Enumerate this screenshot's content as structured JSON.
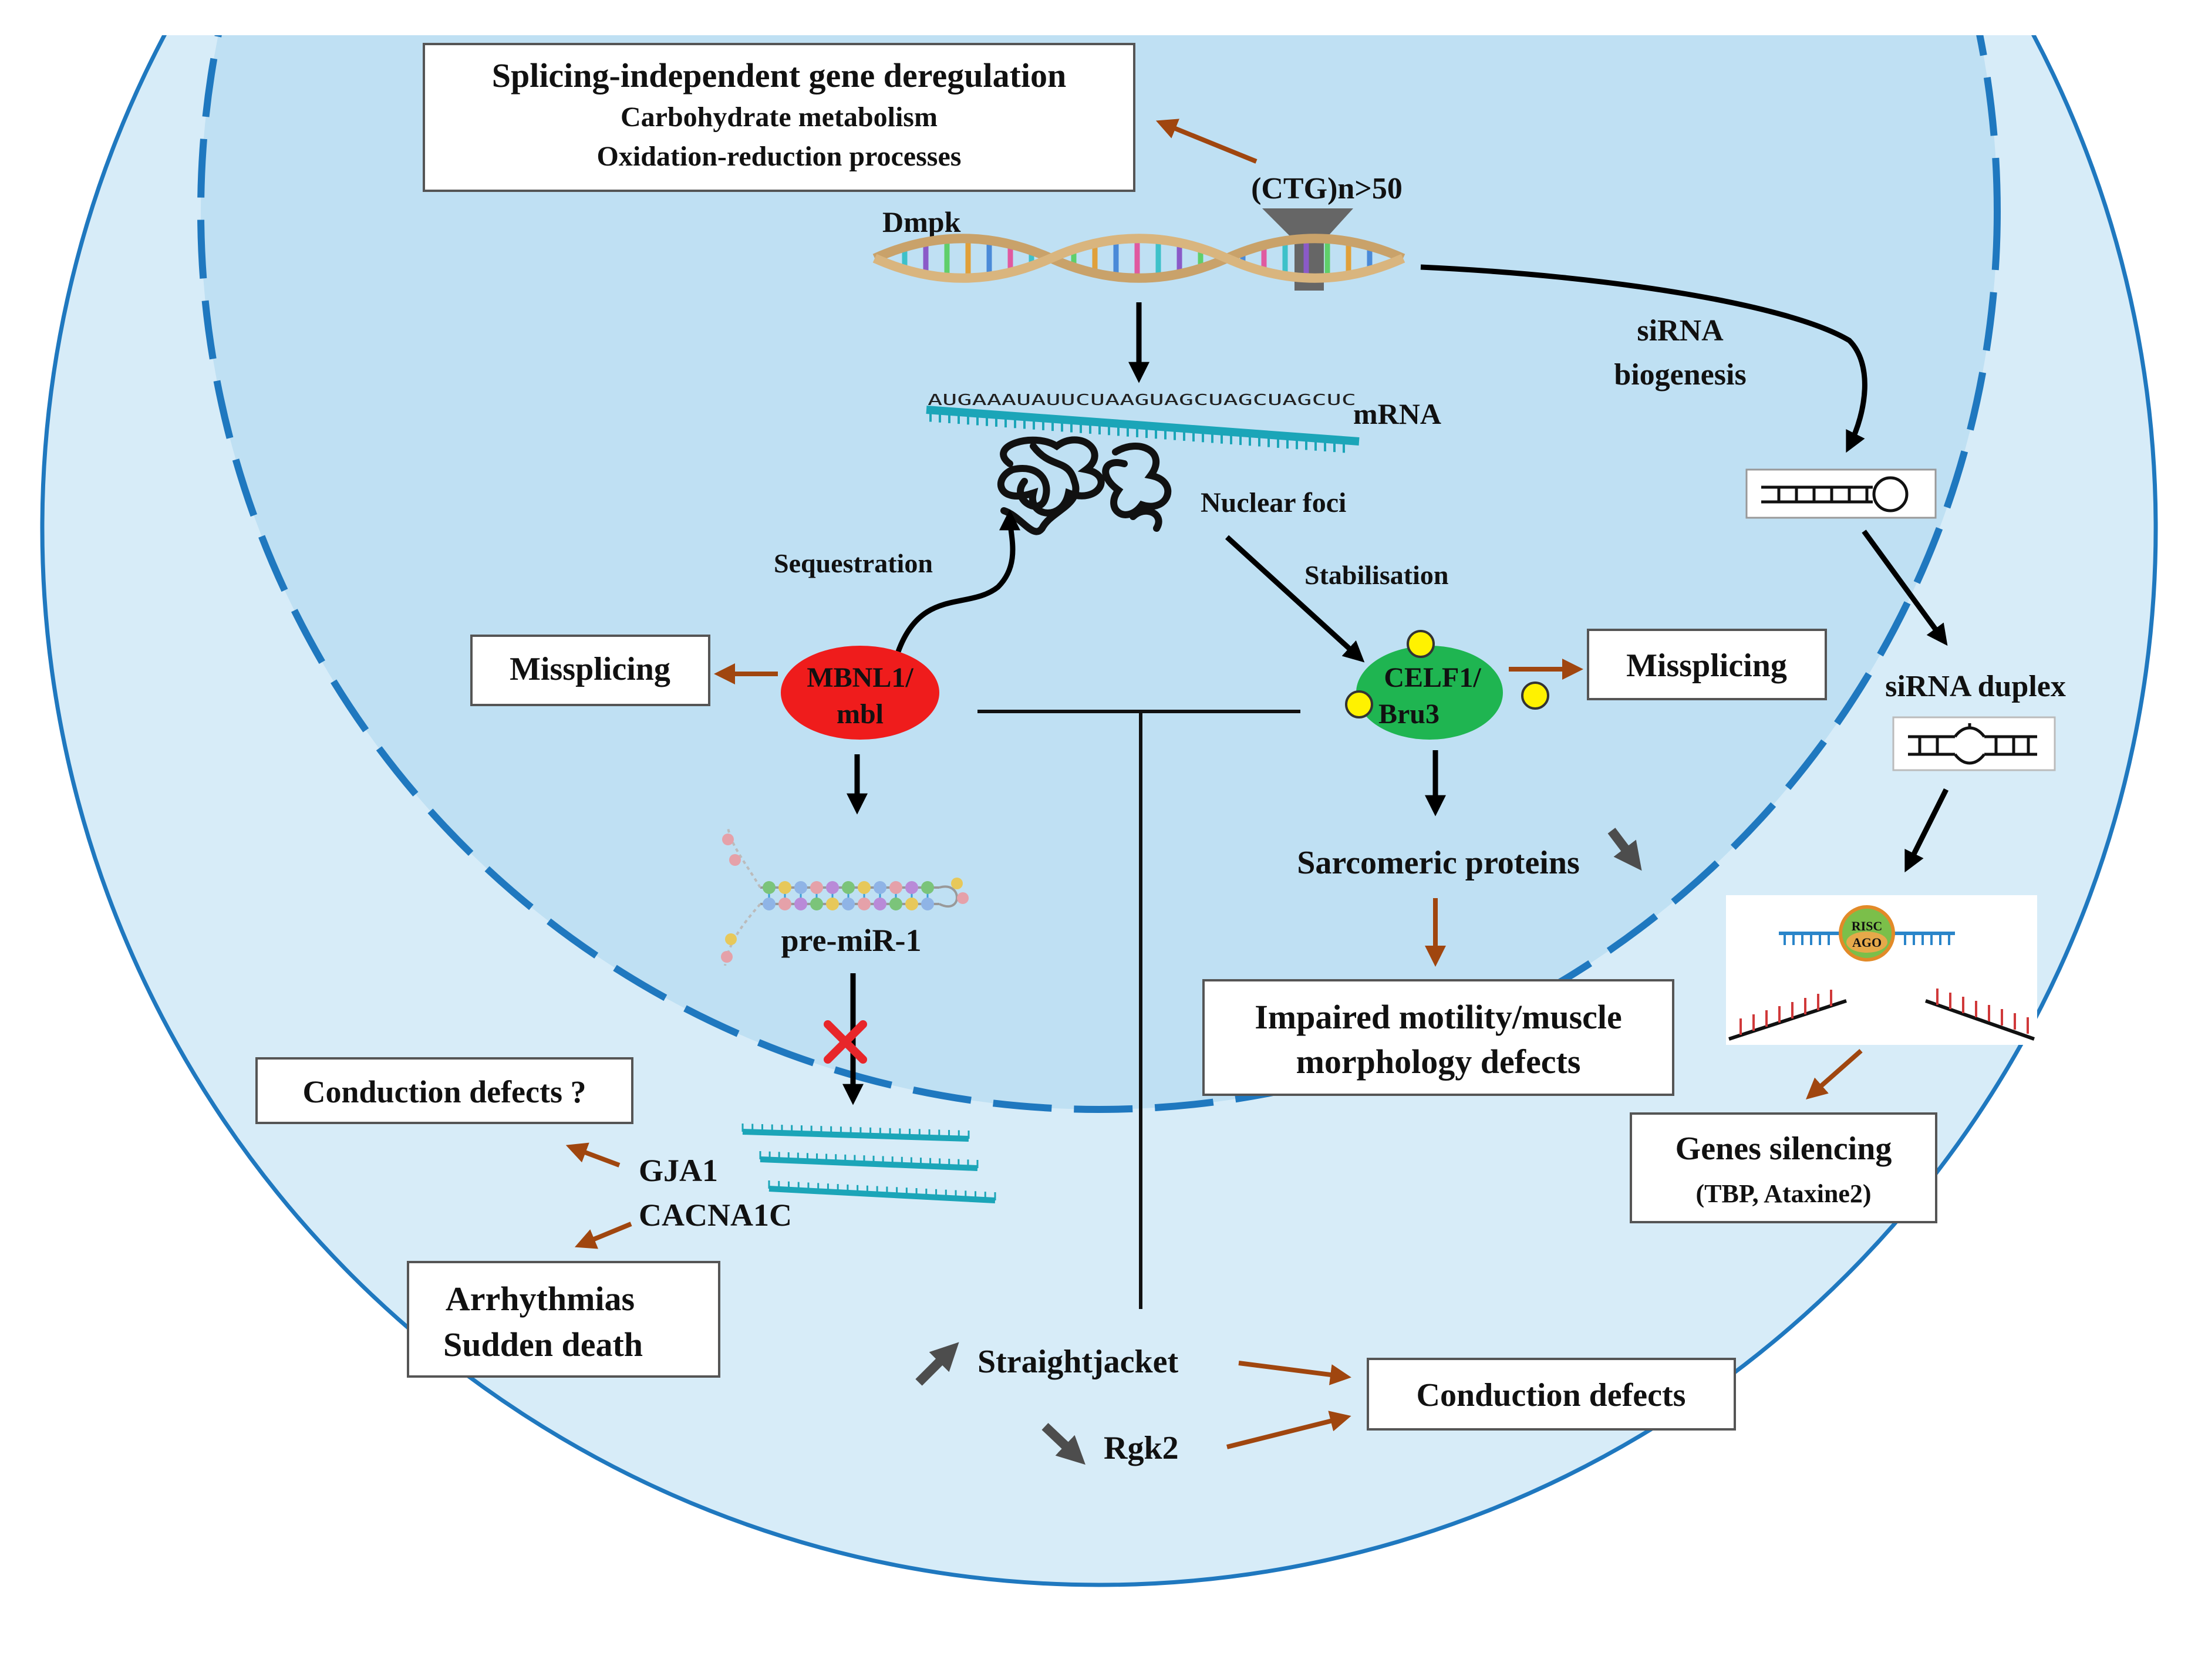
{
  "labels": {
    "splicing_title": "Splicing-independent gene deregulation",
    "splicing_line1": "Carbohydrate metabolism",
    "splicing_line2": "Oxidation-reduction processes",
    "ctg": "(CTG)n>50",
    "dmpk": "Dmpk",
    "mrna": "mRNA",
    "mrna_seq": "AUGAAAUAUUCUAAGUAGCUAGCUAGCUC",
    "nuclear_foci": "Nuclear foci",
    "sequestration": "Sequestration",
    "stabilisation": "Stabilisation",
    "mbnl1_line1": "MBNL1/",
    "mbnl1_line2": "mbl",
    "celf1_line1": "CELF1/",
    "celf1_line2": "Bru3",
    "missplicing_left": "Missplicing",
    "missplicing_right": "Missplicing",
    "sirna_line1": "siRNA",
    "sirna_line2": "biogenesis",
    "sirna_duplex": "siRNA duplex",
    "risc": "RISC",
    "ago": "AGO",
    "genes_silencing": "Genes silencing",
    "genes_silencing_sub": "(TBP, Ataxine2)",
    "sarcomeric": "Sarcomeric proteins",
    "impaired_line1": "Impaired motility/muscle",
    "impaired_line2": "morphology defects",
    "pre_mir": "pre-miR-1",
    "conduction_q": "Conduction defects ?",
    "gja1": "GJA1",
    "cacna1c": "CACNA1C",
    "arrhythmias": "Arrhythmias",
    "sudden_death": "Sudden death",
    "straightjacket": "Straightjacket",
    "rgk2": "Rgk2",
    "conduction_defects": "Conduction defects"
  },
  "colors": {
    "cell": "#d7ecf8",
    "nucleus": "#bfe0f3",
    "membrane": "#1f78bf",
    "mbnl1": "#ef1c1c",
    "celf1": "#1fb551",
    "dot": "#fff200",
    "arrow_brown": "#a0460f",
    "arrow_gray": "#4d4d4d",
    "x_mark": "#e8262a"
  }
}
